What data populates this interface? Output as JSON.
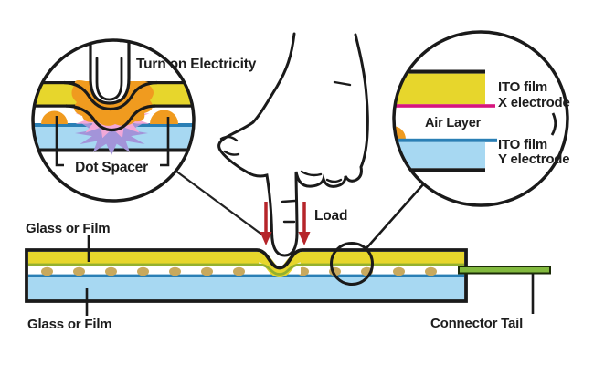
{
  "diagram": {
    "title": "Resistive touchscreen structure diagram",
    "background": "#ffffff"
  },
  "labels": {
    "turn_on_electricity": "Turn on Electricity",
    "dot_spacer": "Dot Spacer",
    "load": "Load",
    "glass_or_film_top": "Glass or Film",
    "glass_or_film_bottom": "Glass or Film",
    "air_layer": "Air Layer",
    "ito_film_x_line1": "ITO film",
    "ito_film_x_line2": "X electrode",
    "ito_film_y_line1": "ITO film",
    "ito_film_y_line2": "Y electrode",
    "connector_tail": "Connector Tail"
  },
  "colors": {
    "outline_black": "#1a1a1a",
    "ito_yellow": "#e7d62c",
    "spacer_orange": "#f09b1f",
    "press_pink": "#f2a8d8",
    "press_purple": "#a394d9",
    "glass_blue": "#a7d8f2",
    "electrode_teal": "#2a7fb5",
    "electrode_magenta": "#d6157e",
    "film_green": "#93b02f",
    "connector_green": "#82b93e",
    "dot_tan": "#c9a95d",
    "arrow_red": "#b6252a"
  }
}
